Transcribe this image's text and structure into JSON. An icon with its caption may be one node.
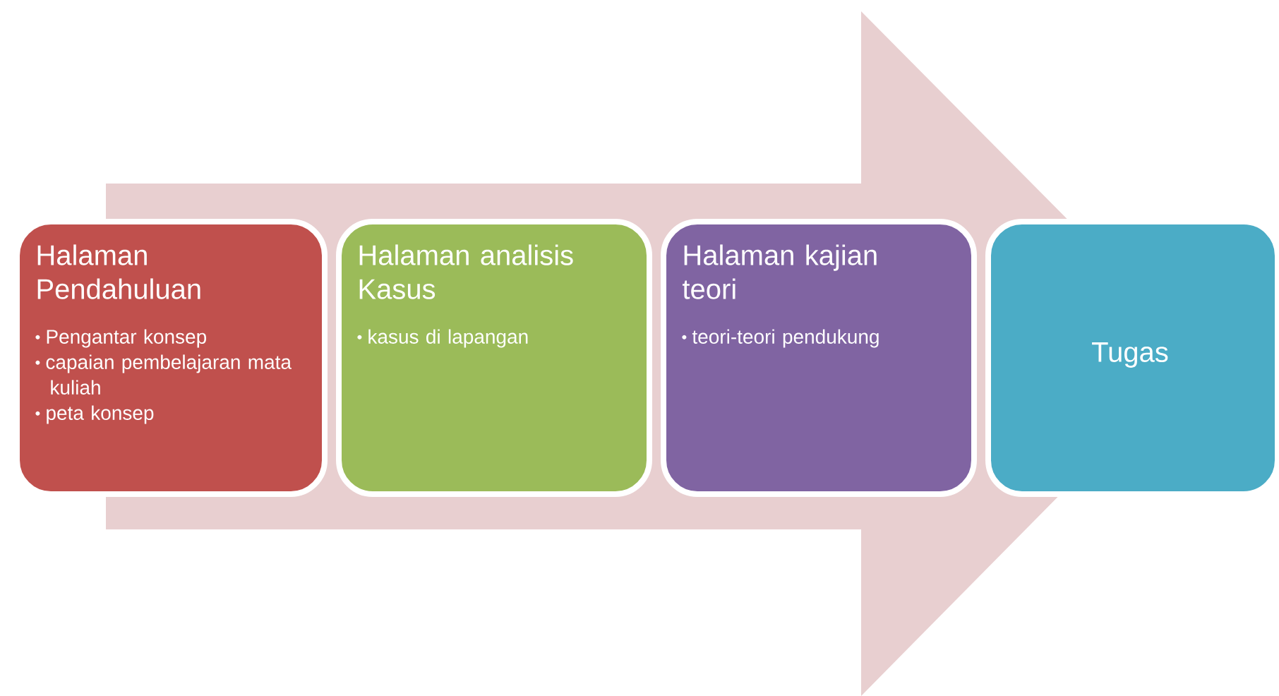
{
  "diagram": {
    "nodes": [
      {
        "text": [
          "Halaman Pendahuluan",
          "Pengantar konsep",
          "capaian pembelajaran mata kuliah",
          "peta konsep"
        ]
      },
      {
        "text": [
          "Halaman analisis Kasus",
          "kasus di lapangan"
        ]
      },
      {
        "text": [
          "Halaman kajian teori",
          "teori-teori pendukung"
        ]
      },
      {
        "text": [
          "Tugas"
        ]
      }
    ],
    "edges": [
      {
        "from": 0,
        "to": 3,
        "arrow": "to"
      }
    ]
  }
}
